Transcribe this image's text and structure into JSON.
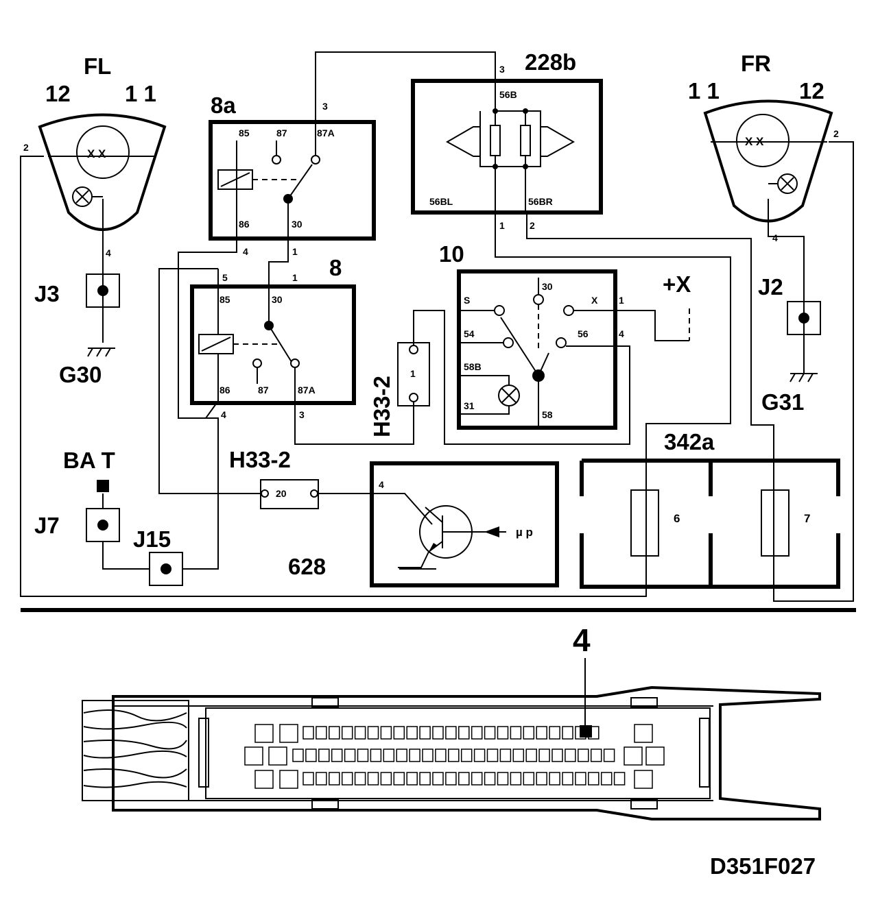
{
  "labels": {
    "fl": "FL",
    "fr": "FR",
    "fl_12": "12",
    "fl_11": "1 1",
    "fr_11": "1 1",
    "fr_12": "12",
    "fl_pin2": "2",
    "fl_pin4": "4",
    "fr_pin2": "2",
    "fr_pin4": "4",
    "lamp_xx": "X X",
    "j3": "J3",
    "j2": "J2",
    "j7": "J7",
    "j15": "J15",
    "g30": "G30",
    "g31": "G31",
    "bat": "BA   T",
    "relay8a": "8a",
    "relay8": "8",
    "r8a_85": "85",
    "r8a_87": "87",
    "r8a_87a": "87A",
    "r8a_86": "86",
    "r8a_30": "30",
    "r8a_w4": "4",
    "r8a_w1": "1",
    "r8a_w3": "3",
    "r8_85": "85",
    "r8_30": "30",
    "r8_86": "86",
    "r8_87": "87",
    "r8_87a": "87A",
    "r8_w5": "5",
    "r8_w1": "1",
    "r8_w4": "4",
    "r8_w3": "3",
    "unit228b": "228b",
    "u228_56b": "56B",
    "u228_56bl": "56BL",
    "u228_56br": "56BR",
    "u228_w3": "3",
    "u228_w1": "1",
    "u228_w2": "2",
    "sw10": "10",
    "sw_s": "S",
    "sw_30": "30",
    "sw_x": "X",
    "sw_54": "54",
    "sw_56": "56",
    "sw_58b": "58B",
    "sw_31": "31",
    "sw_58": "58",
    "sw_w1": "1",
    "sw_w4": "4",
    "plusx": "+X",
    "h33_2": "H33-2",
    "h33_pin1": "1",
    "h33_pin20": "20",
    "ecu628": "628",
    "ecu_pin4": "4",
    "ecu_mup": "µ p",
    "fuse342a": "342a",
    "fuse6": "6",
    "fuse7": "7",
    "connector_callout": "4",
    "figure_id": "D351F027"
  }
}
